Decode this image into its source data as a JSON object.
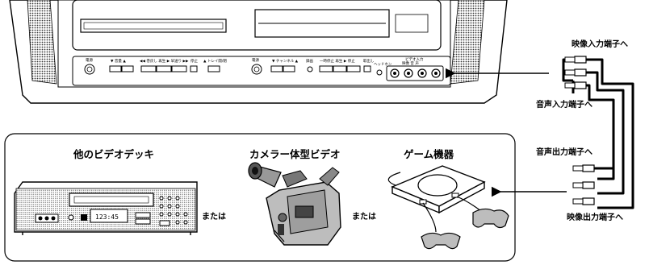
{
  "labels": {
    "video_in": "映像入力端子へ",
    "audio_in": "音声入力端子へ",
    "audio_out": "音声出力端子へ",
    "video_out": "映像出力端子へ",
    "vcr_title": "他のビデオデッキ",
    "camcorder_title": "カメラー体型ビデオ",
    "game_title": "ゲーム機器",
    "or_1": "または",
    "or_2": "または",
    "vcr_display": "123:45"
  },
  "tv_panel_labels": {
    "power": "電源",
    "volume": "▼ 音量 ▲",
    "rewind_play_ff": "◀◀ 巻戻し 再生 ▶ 早送り ▶▶",
    "stop": "停止",
    "tray": "▲ トレイ開/閉",
    "power2": "電源",
    "channel": "▼ チャンネル ▲",
    "record": "録画",
    "pause_play_stop": "一時停止 再生 ▶ 停止",
    "eject": "取出し",
    "video_input": "ビデオ入力",
    "headphone": "ヘッドホン",
    "video_audio": "映像 音 声"
  }
}
